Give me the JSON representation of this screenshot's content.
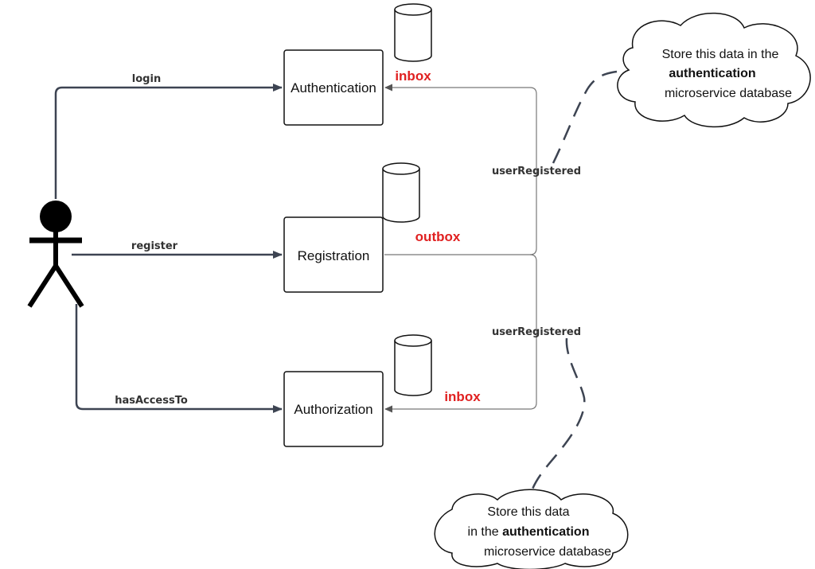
{
  "actor": {
    "icon": "stick-figure-icon"
  },
  "services": {
    "authentication": "Authentication",
    "registration": "Registration",
    "authorization": "Authorization"
  },
  "edges": {
    "login": "login",
    "register": "register",
    "has_access_to": "hasAccessTo",
    "user_registered_1": "userRegistered",
    "user_registered_2": "userRegistered"
  },
  "databases": {
    "authentication_db": "inbox",
    "registration_db": "outbox",
    "authorization_db": "inbox"
  },
  "notes": {
    "top": {
      "line1": "Store this data in the",
      "line2": "authentication",
      "line3": "microservice database"
    },
    "bottom": {
      "line1": "Store  this data",
      "line2_prefix": "in the ",
      "line2_bold": "authentication",
      "line3": "microservice database"
    }
  },
  "colors": {
    "line": "#3d4452",
    "db_label": "#e02020",
    "box_border": "#111111"
  }
}
